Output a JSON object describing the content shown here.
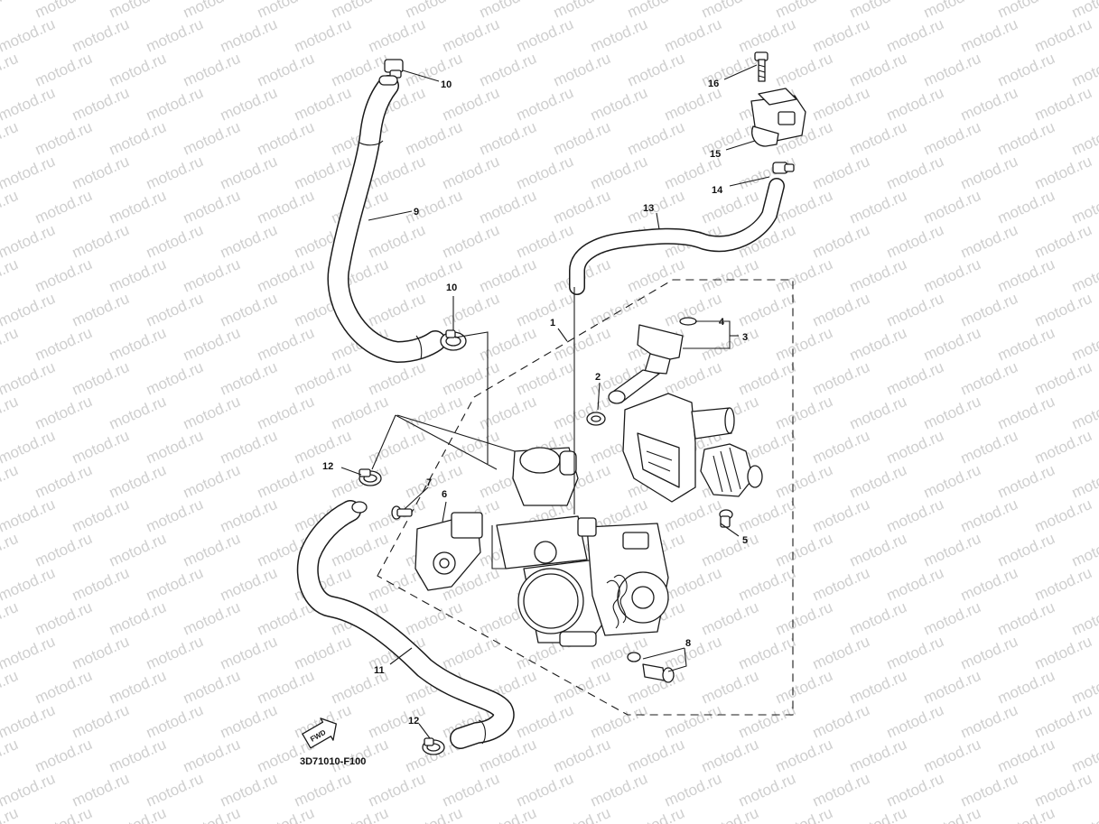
{
  "watermark": "motod.ru",
  "colors": {
    "ink": "#1a1a1a",
    "watermark": "#cfcfcf",
    "background": "#ffffff"
  },
  "callouts": {
    "c1": "1",
    "c2": "2",
    "c3": "3",
    "c4": "4",
    "c5": "5",
    "c6": "6",
    "c7": "7",
    "c8": "8",
    "c9": "9",
    "c10a": "10",
    "c10b": "10",
    "c11": "11",
    "c12a": "12",
    "c12b": "12",
    "c13": "13",
    "c14": "14",
    "c15": "15",
    "c16": "16"
  },
  "fwd_label": "FWD",
  "diagram_code": "3D71010-F100"
}
